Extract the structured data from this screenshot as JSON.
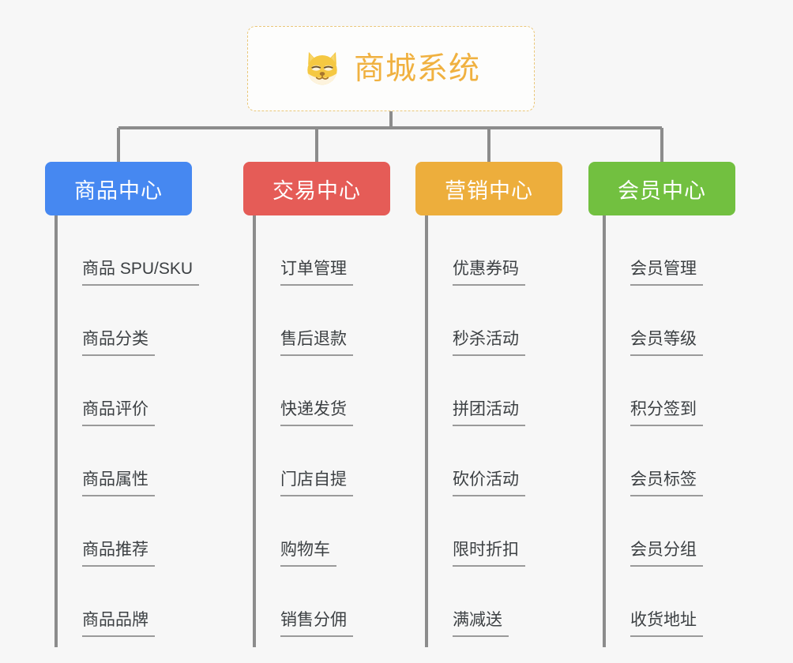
{
  "diagram": {
    "title": "商城系统",
    "root_icon": "shiba-dog-icon",
    "colors": {
      "background": "#f7f7f7",
      "root_text": "#f0b140",
      "root_border": "#eac77a",
      "connector": "#8c8c8c",
      "leaf_text": "#3c4043",
      "leaf_rule": "#9a9a9a",
      "blue": "#4688f1",
      "red": "#e55c57",
      "orange": "#edae3c",
      "green": "#72c040"
    },
    "categories": [
      {
        "label": "商品中心",
        "color": "#4688f1",
        "items": [
          "商品 SPU/SKU",
          "商品分类",
          "商品评价",
          "商品属性",
          "商品推荐",
          "商品品牌"
        ]
      },
      {
        "label": "交易中心",
        "color": "#e55c57",
        "items": [
          "订单管理",
          "售后退款",
          "快递发货",
          "门店自提",
          "购物车",
          "销售分佣"
        ]
      },
      {
        "label": "营销中心",
        "color": "#edae3c",
        "items": [
          "优惠券码",
          "秒杀活动",
          "拼团活动",
          "砍价活动",
          "限时折扣",
          "满减送"
        ]
      },
      {
        "label": "会员中心",
        "color": "#72c040",
        "items": [
          "会员管理",
          "会员等级",
          "积分签到",
          "会员标签",
          "会员分组",
          "收货地址"
        ]
      }
    ]
  }
}
